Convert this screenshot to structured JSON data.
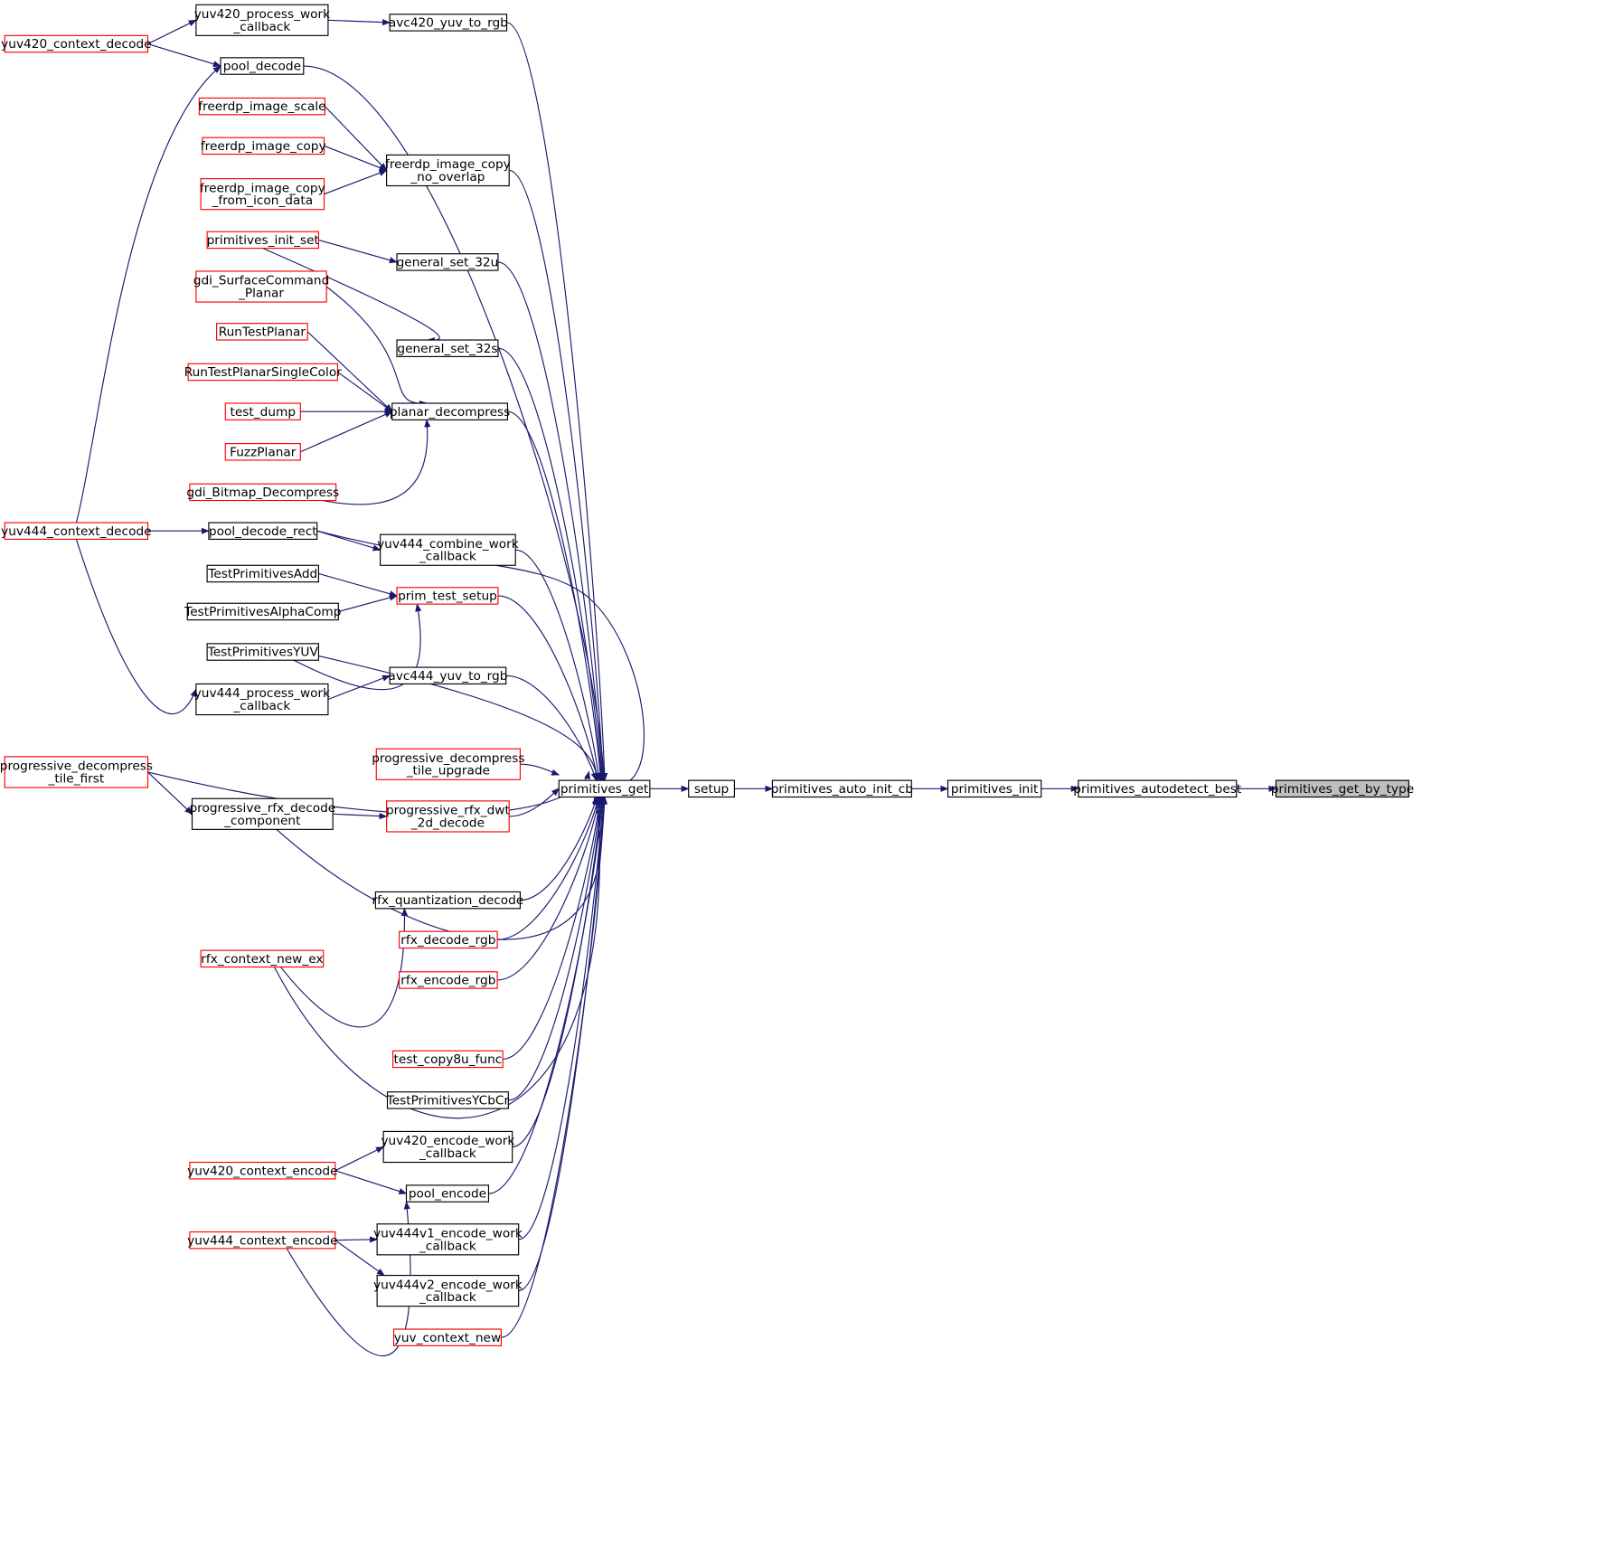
{
  "colors": {
    "edge": "#191970",
    "node_border_black": "#000000",
    "node_border_red": "#ff0000",
    "node_fill": "#ffffff",
    "highlight_fill": "#bfbfbf"
  },
  "nodes": [
    {
      "id": "n1",
      "lines": [
        "primitives_get_by_type"
      ],
      "style": "highlight"
    },
    {
      "id": "n2",
      "lines": [
        "primitives_autodetect_best"
      ],
      "style": "black"
    },
    {
      "id": "n3",
      "lines": [
        "primitives_init"
      ],
      "style": "black"
    },
    {
      "id": "n4",
      "lines": [
        "primitives_auto_init_cb"
      ],
      "style": "black"
    },
    {
      "id": "n5",
      "lines": [
        "setup"
      ],
      "style": "black"
    },
    {
      "id": "n6",
      "lines": [
        "primitives_get"
      ],
      "style": "black"
    },
    {
      "id": "n7",
      "lines": [
        "avc420_yuv_to_rgb"
      ],
      "style": "black"
    },
    {
      "id": "n8",
      "lines": [
        "yuv420_process_work",
        "_callback"
      ],
      "style": "black"
    },
    {
      "id": "n9",
      "lines": [
        "yuv420_context_decode"
      ],
      "style": "red"
    },
    {
      "id": "n10",
      "lines": [
        "pool_decode"
      ],
      "style": "black"
    },
    {
      "id": "n11",
      "lines": [
        "yuv444_context_decode"
      ],
      "style": "red"
    },
    {
      "id": "n12",
      "lines": [
        "freerdp_image_copy",
        "_no_overlap"
      ],
      "style": "black"
    },
    {
      "id": "n13",
      "lines": [
        "freerdp_image_scale"
      ],
      "style": "red"
    },
    {
      "id": "n14",
      "lines": [
        "freerdp_image_copy"
      ],
      "style": "red"
    },
    {
      "id": "n15",
      "lines": [
        "freerdp_image_copy",
        "_from_icon_data"
      ],
      "style": "red"
    },
    {
      "id": "n16",
      "lines": [
        "general_set_32u"
      ],
      "style": "black"
    },
    {
      "id": "n17",
      "lines": [
        "primitives_init_set"
      ],
      "style": "red"
    },
    {
      "id": "n18",
      "lines": [
        "general_set_32s"
      ],
      "style": "black"
    },
    {
      "id": "n19",
      "lines": [
        "planar_decompress"
      ],
      "style": "black"
    },
    {
      "id": "n20",
      "lines": [
        "gdi_SurfaceCommand",
        "_Planar"
      ],
      "style": "red"
    },
    {
      "id": "n21",
      "lines": [
        "RunTestPlanar"
      ],
      "style": "red"
    },
    {
      "id": "n22",
      "lines": [
        "RunTestPlanarSingleColor"
      ],
      "style": "red"
    },
    {
      "id": "n23",
      "lines": [
        "test_dump"
      ],
      "style": "red"
    },
    {
      "id": "n24",
      "lines": [
        "FuzzPlanar"
      ],
      "style": "red"
    },
    {
      "id": "n25",
      "lines": [
        "gdi_Bitmap_Decompress"
      ],
      "style": "red"
    },
    {
      "id": "n26",
      "lines": [
        "pool_decode_rect"
      ],
      "style": "black"
    },
    {
      "id": "n27",
      "lines": [
        "yuv444_combine_work",
        "_callback"
      ],
      "style": "black"
    },
    {
      "id": "n28",
      "lines": [
        "prim_test_setup"
      ],
      "style": "red"
    },
    {
      "id": "n29",
      "lines": [
        "TestPrimitivesAdd"
      ],
      "style": "black"
    },
    {
      "id": "n30",
      "lines": [
        "TestPrimitivesAlphaComp"
      ],
      "style": "black"
    },
    {
      "id": "n31",
      "lines": [
        "TestPrimitivesYUV"
      ],
      "style": "black"
    },
    {
      "id": "n32",
      "lines": [
        "avc444_yuv_to_rgb"
      ],
      "style": "black"
    },
    {
      "id": "n33",
      "lines": [
        "yuv444_process_work",
        "_callback"
      ],
      "style": "black"
    },
    {
      "id": "n34",
      "lines": [
        "progressive_decompress",
        "_tile_first"
      ],
      "style": "red"
    },
    {
      "id": "n35",
      "lines": [
        "progressive_decompress",
        "_tile_upgrade"
      ],
      "style": "red"
    },
    {
      "id": "n36",
      "lines": [
        "progressive_rfx_decode",
        "_component"
      ],
      "style": "black"
    },
    {
      "id": "n37",
      "lines": [
        "progressive_rfx_dwt",
        "_2d_decode"
      ],
      "style": "red"
    },
    {
      "id": "n38",
      "lines": [
        "rfx_quantization_decode"
      ],
      "style": "black"
    },
    {
      "id": "n39",
      "lines": [
        "rfx_context_new_ex"
      ],
      "style": "red"
    },
    {
      "id": "n40",
      "lines": [
        "rfx_decode_rgb"
      ],
      "style": "red"
    },
    {
      "id": "n41",
      "lines": [
        "rfx_encode_rgb"
      ],
      "style": "red"
    },
    {
      "id": "n42",
      "lines": [
        "test_copy8u_func"
      ],
      "style": "red"
    },
    {
      "id": "n43",
      "lines": [
        "TestPrimitivesYCbCr"
      ],
      "style": "black"
    },
    {
      "id": "n44",
      "lines": [
        "yuv420_encode_work",
        "_callback"
      ],
      "style": "black"
    },
    {
      "id": "n45",
      "lines": [
        "yuv420_context_encode"
      ],
      "style": "red"
    },
    {
      "id": "n46",
      "lines": [
        "pool_encode"
      ],
      "style": "black"
    },
    {
      "id": "n47",
      "lines": [
        "yuv444_context_encode"
      ],
      "style": "red"
    },
    {
      "id": "n48",
      "lines": [
        "yuv444v1_encode_work",
        "_callback"
      ],
      "style": "black"
    },
    {
      "id": "n49",
      "lines": [
        "yuv444v2_encode_work",
        "_callback"
      ],
      "style": "black"
    },
    {
      "id": "n50",
      "lines": [
        "yuv_context_new"
      ],
      "style": "red"
    }
  ],
  "edges": [
    {
      "from": "n2",
      "to": "n1"
    },
    {
      "from": "n3",
      "to": "n2"
    },
    {
      "from": "n4",
      "to": "n3"
    },
    {
      "from": "n5",
      "to": "n4"
    },
    {
      "from": "n6",
      "to": "n5"
    },
    {
      "from": "n7",
      "to": "n6"
    },
    {
      "from": "n8",
      "to": "n7"
    },
    {
      "from": "n9",
      "to": "n8"
    },
    {
      "from": "n10",
      "to": "n6"
    },
    {
      "from": "n9",
      "to": "n10"
    },
    {
      "from": "n11",
      "to": "n10"
    },
    {
      "from": "n12",
      "to": "n6"
    },
    {
      "from": "n13",
      "to": "n12"
    },
    {
      "from": "n14",
      "to": "n12"
    },
    {
      "from": "n15",
      "to": "n12"
    },
    {
      "from": "n16",
      "to": "n6"
    },
    {
      "from": "n17",
      "to": "n16"
    },
    {
      "from": "n18",
      "to": "n6"
    },
    {
      "from": "n17",
      "to": "n18"
    },
    {
      "from": "n19",
      "to": "n6"
    },
    {
      "from": "n20",
      "to": "n19"
    },
    {
      "from": "n21",
      "to": "n19"
    },
    {
      "from": "n22",
      "to": "n19"
    },
    {
      "from": "n23",
      "to": "n19"
    },
    {
      "from": "n24",
      "to": "n19"
    },
    {
      "from": "n25",
      "to": "n19"
    },
    {
      "from": "n26",
      "to": "n6"
    },
    {
      "from": "n11",
      "to": "n26"
    },
    {
      "from": "n27",
      "to": "n6"
    },
    {
      "from": "n26",
      "to": "n27"
    },
    {
      "from": "n28",
      "to": "n6"
    },
    {
      "from": "n29",
      "to": "n28"
    },
    {
      "from": "n30",
      "to": "n28"
    },
    {
      "from": "n31",
      "to": "n28"
    },
    {
      "from": "n31",
      "to": "n6"
    },
    {
      "from": "n32",
      "to": "n6"
    },
    {
      "from": "n33",
      "to": "n32"
    },
    {
      "from": "n11",
      "to": "n33"
    },
    {
      "from": "n34",
      "to": "n6"
    },
    {
      "from": "n35",
      "to": "n6"
    },
    {
      "from": "n36",
      "to": "n6"
    },
    {
      "from": "n34",
      "to": "n36"
    },
    {
      "from": "n37",
      "to": "n6"
    },
    {
      "from": "n36",
      "to": "n37"
    },
    {
      "from": "n38",
      "to": "n6"
    },
    {
      "from": "n39",
      "to": "n38"
    },
    {
      "from": "n39",
      "to": "n6"
    },
    {
      "from": "n40",
      "to": "n6"
    },
    {
      "from": "n41",
      "to": "n6"
    },
    {
      "from": "n42",
      "to": "n6"
    },
    {
      "from": "n43",
      "to": "n6"
    },
    {
      "from": "n44",
      "to": "n6"
    },
    {
      "from": "n45",
      "to": "n44"
    },
    {
      "from": "n46",
      "to": "n6"
    },
    {
      "from": "n45",
      "to": "n46"
    },
    {
      "from": "n47",
      "to": "n46"
    },
    {
      "from": "n48",
      "to": "n6"
    },
    {
      "from": "n47",
      "to": "n48"
    },
    {
      "from": "n49",
      "to": "n6"
    },
    {
      "from": "n47",
      "to": "n49"
    },
    {
      "from": "n50",
      "to": "n6"
    }
  ]
}
